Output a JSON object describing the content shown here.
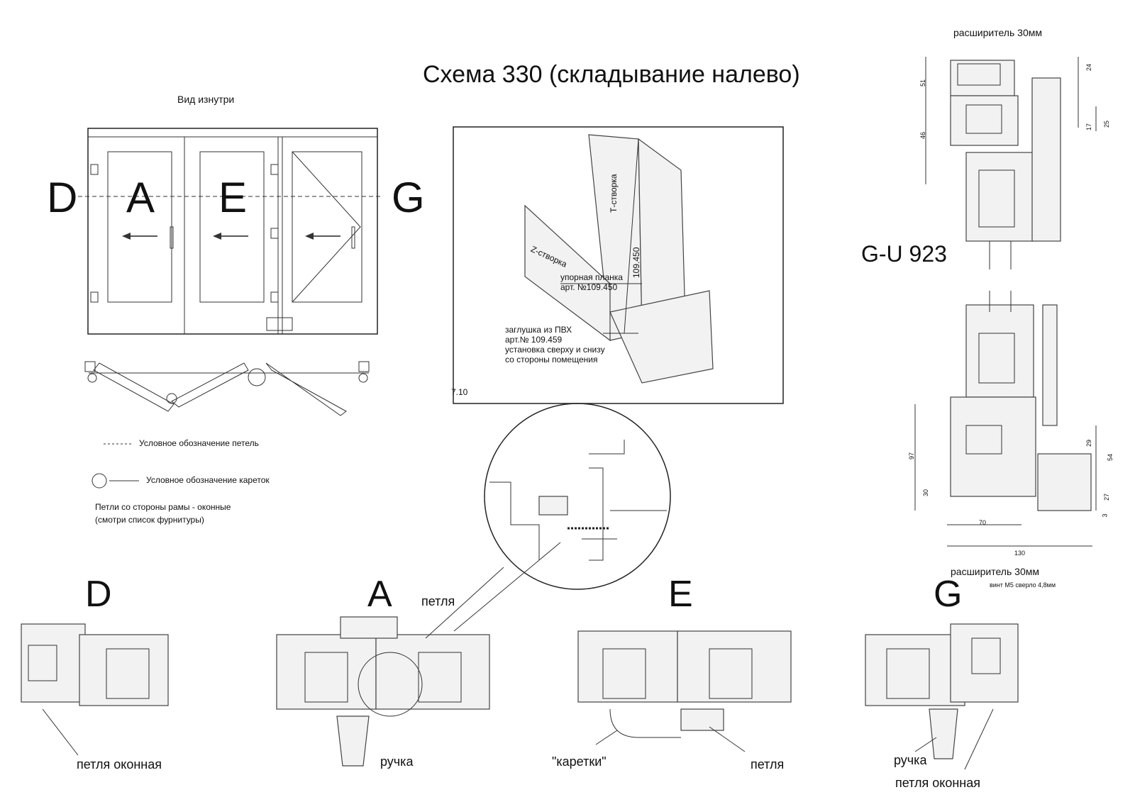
{
  "title": "Схема 330 (складывание налево)",
  "view_label": "Вид изнутри",
  "panel_letters": [
    "D",
    "A",
    "E",
    "G"
  ],
  "legend": {
    "hinges": "Условное обозначение петель",
    "carriages": "Условное обозначение кареток",
    "note_line1": "Петли со стороны рамы - оконные",
    "note_line2": "(смотри список фурнитуры)"
  },
  "detail": {
    "figure_no": "7.10",
    "t_sash": "Т-створка",
    "z_sash": "Z-створка",
    "article_vertical": "109.450",
    "stop_bar_line1": "упорная планка",
    "stop_bar_line2": "арт. №109.450",
    "cap_line1": "заглушка из ПВХ",
    "cap_line2": "арт.№ 109.459",
    "cap_line3": "установка сверху и снизу",
    "cap_line4": "со стороны помещения"
  },
  "right": {
    "extender_top": "расширитель 30мм",
    "system": "G-U 923",
    "extender_bottom": "расширитель 30мм",
    "screw_note": "винт М5 сверло 4,8мм",
    "dims_top": [
      "51",
      "46",
      "24",
      "17",
      "25"
    ],
    "dims_bottom": [
      "97",
      "30",
      "29",
      "54",
      "27",
      "3",
      "70",
      "130"
    ]
  },
  "sections": {
    "labels": [
      "D",
      "A",
      "E",
      "G"
    ],
    "hinge_window_d": "петля оконная",
    "hinge_a": "петля",
    "handle_a": "ручка",
    "carriages_e": "\"каретки\"",
    "hinge_e": "петля",
    "handle_g": "ручка",
    "hinge_window_g": "петля оконная"
  }
}
